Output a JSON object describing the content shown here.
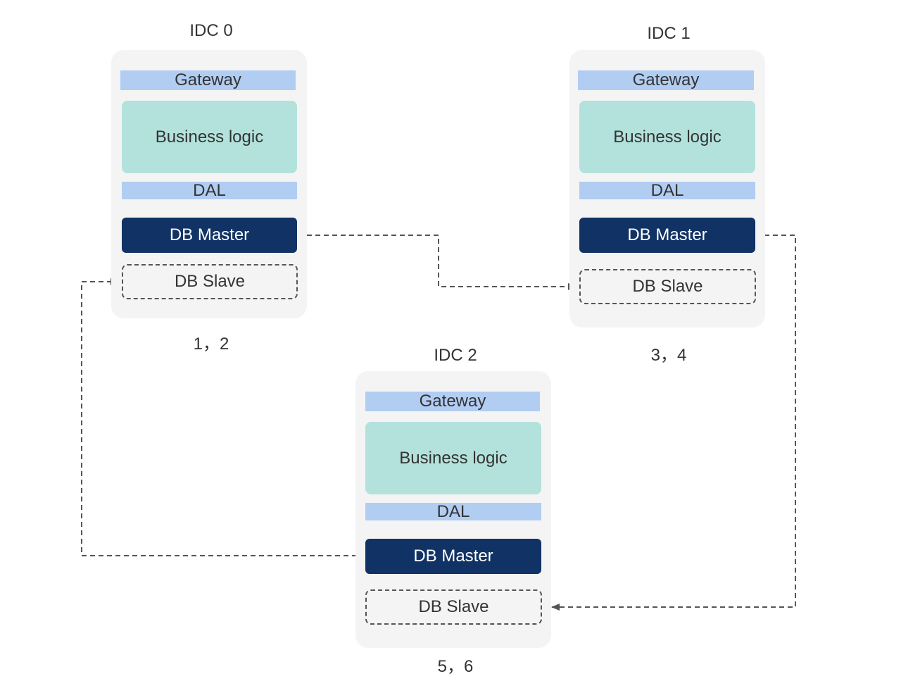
{
  "idcs": [
    {
      "title": "IDC 0",
      "caption": "1，2",
      "layers": {
        "gateway": "Gateway",
        "business": "Business logic",
        "dal": "DAL",
        "master": "DB Master",
        "slave": "DB Slave"
      }
    },
    {
      "title": "IDC 1",
      "caption": "3，4",
      "layers": {
        "gateway": "Gateway",
        "business": "Business logic",
        "dal": "DAL",
        "master": "DB Master",
        "slave": "DB Slave"
      }
    },
    {
      "title": "IDC 2",
      "caption": "5，6",
      "layers": {
        "gateway": "Gateway",
        "business": "Business logic",
        "dal": "DAL",
        "master": "DB Master",
        "slave": "DB Slave"
      }
    }
  ],
  "colors": {
    "panel": "#f4f4f4",
    "gateway_dal": "#b2cdf2",
    "business": "#b3e2dc",
    "master": "#113264",
    "connector": "#555555"
  },
  "replication": [
    {
      "from": "IDC 0 DB Master",
      "to": "IDC 1 DB Slave"
    },
    {
      "from": "IDC 1 DB Master",
      "to": "IDC 2 DB Slave"
    },
    {
      "from": "IDC 2 DB Master",
      "to": "IDC 0 DB Slave"
    }
  ]
}
